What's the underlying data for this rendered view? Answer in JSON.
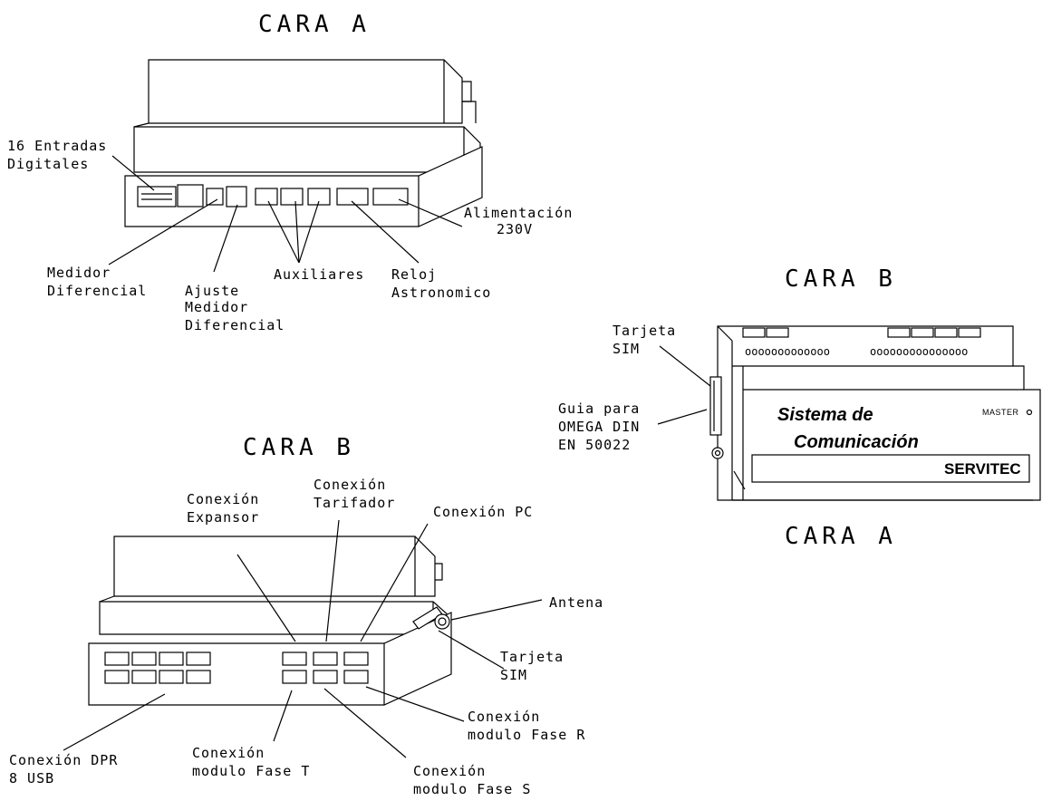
{
  "top_view": {
    "heading": "CARA A",
    "labels": {
      "entradas_1": "16 Entradas",
      "entradas_2": "Digitales",
      "alimentacion_1": "Alimentación",
      "alimentacion_2": "230V",
      "medidor_1": "Medidor",
      "medidor_2": "Diferencial",
      "ajuste_1": "Ajuste",
      "ajuste_2": "Medidor",
      "ajuste_3": "Diferencial",
      "auxiliares": "Auxiliares",
      "reloj_1": "Reloj",
      "reloj_2": "Astronomico"
    }
  },
  "side_view": {
    "heading_top": "CARA B",
    "heading_bottom": "CARA A",
    "labels": {
      "tarjeta_1": "Tarjeta",
      "tarjeta_2": "SIM",
      "guia_1": "Guia para",
      "guia_2": "OMEGA DIN",
      "guia_3": "EN 50022"
    },
    "front": {
      "title_1": "Sistema de",
      "title_2": "Comunicación",
      "brand": "SERVITEC",
      "master": "MASTER",
      "led_row_1": "ooooooooooooo",
      "led_row_2": "ooooooooooooooo"
    }
  },
  "bottom_view": {
    "heading": "CARA B",
    "labels": {
      "expansor_1": "Conexión",
      "expansor_2": "Expansor",
      "tarifador_1": "Conexión",
      "tarifador_2": "Tarifador",
      "pc": "Conexión PC",
      "antena": "Antena",
      "tarjeta_1": "Tarjeta",
      "tarjeta_2": "SIM",
      "fase_r_1": "Conexión",
      "fase_r_2": "modulo Fase R",
      "dpr_1": "Conexión DPR",
      "dpr_2": "8 USB",
      "fase_t_1": "Conexión",
      "fase_t_2": "modulo Fase T",
      "fase_s_1": "Conexión",
      "fase_s_2": "modulo Fase S"
    }
  }
}
